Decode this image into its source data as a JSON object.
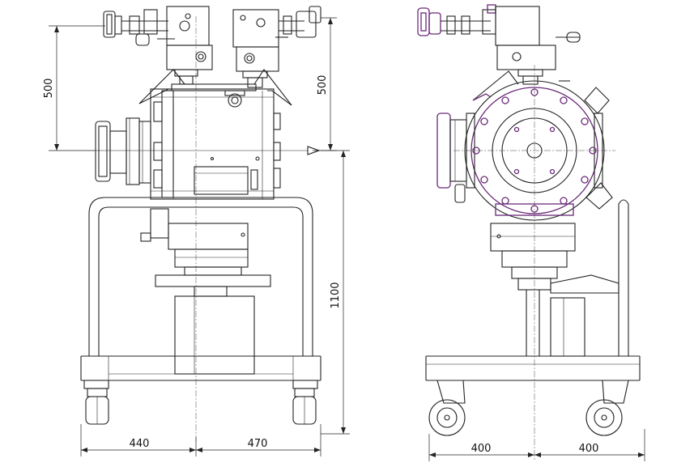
{
  "front_view": {
    "dim_height_upper": "500",
    "dim_height_upper_right": "500",
    "dim_height_total": "1100",
    "dim_width_left": "440",
    "dim_width_right": "470"
  },
  "side_view": {
    "dim_width_left": "400",
    "dim_width_right": "400"
  },
  "colors": {
    "line": "#222222",
    "accent": "#6a2a78",
    "background": "#ffffff"
  }
}
